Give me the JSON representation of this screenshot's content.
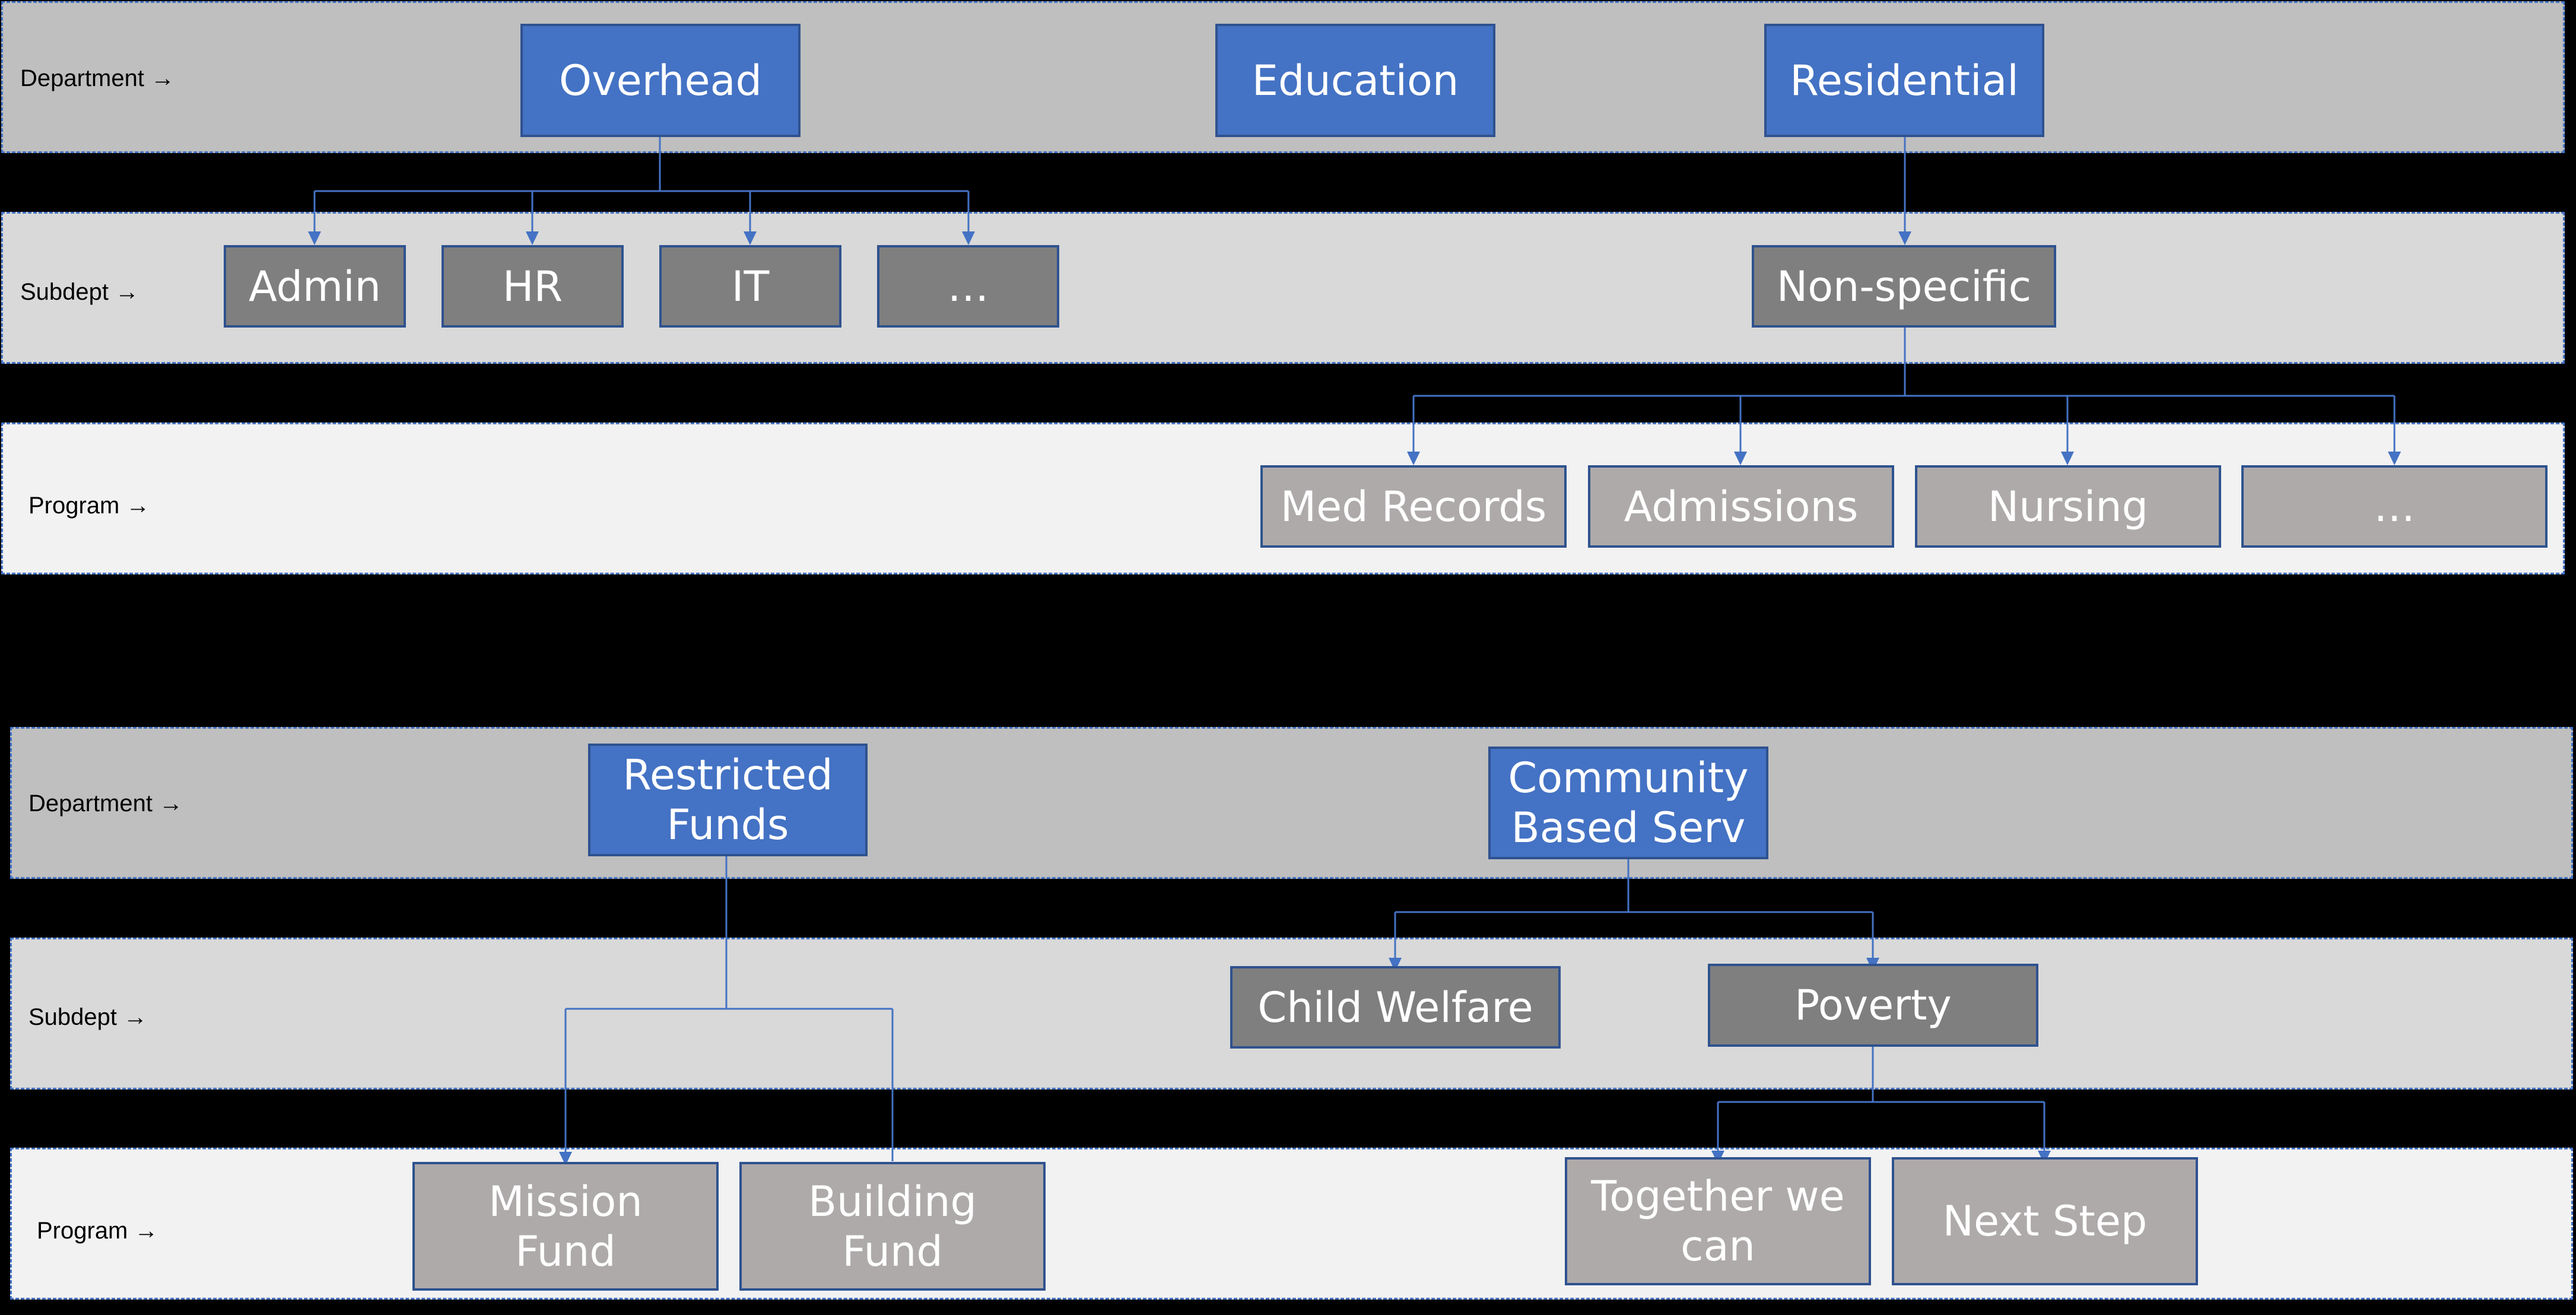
{
  "colors": {
    "department_node": "#4472C4",
    "subdept_node": "#7F7F7F",
    "program_node": "#AEAAAA",
    "connector": "#4472C4",
    "department_band": "#BFBFBF",
    "subdept_band": "#D9D9D9",
    "program_band": "#F2F2F2",
    "background": "#000000"
  },
  "row_labels": {
    "department": "Department →",
    "subdept": "Subdept →",
    "program": "Program →"
  },
  "diagram1": {
    "departments": [
      "Overhead",
      "Education",
      "Residential"
    ],
    "subdepts": [
      "Admin",
      "HR",
      "IT",
      "…",
      "Non-specific"
    ],
    "programs": [
      "Med Records",
      "Admissions",
      "Nursing",
      "…"
    ]
  },
  "diagram2": {
    "departments": [
      "Restricted\nFunds",
      "Community\nBased Serv"
    ],
    "subdepts": [
      "Child Welfare",
      "Poverty"
    ],
    "programs": [
      "Mission\nFund",
      "Building\nFund",
      "Together we\ncan",
      "Next Step"
    ]
  }
}
